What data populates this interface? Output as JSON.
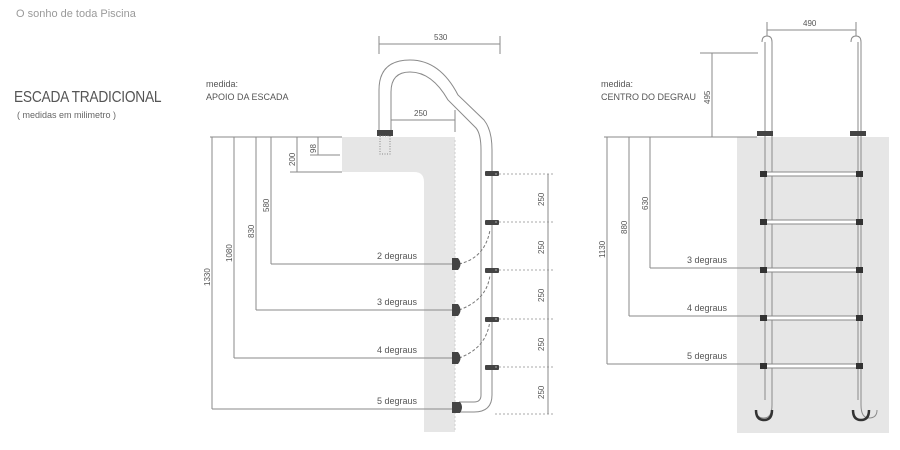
{
  "brand": "O sonho de toda Piscina",
  "title": "ESCADA TRADICIONAL",
  "subtitle": "( medidas em milimetro )",
  "left_view": {
    "caption_line1": "medida:",
    "caption_line2": "APOIO DA ESCADA",
    "width": "530",
    "inner_offset": "250",
    "small_height": "98",
    "deck_height": "200",
    "heights": [
      "580",
      "830",
      "1080",
      "1330"
    ],
    "step_spacing": [
      "250",
      "250",
      "250",
      "250",
      "250"
    ],
    "steps": [
      "2 degraus",
      "3 degraus",
      "4 degraus",
      "5 degraus"
    ]
  },
  "right_view": {
    "caption_line1": "medida:",
    "caption_line2": "CENTRO DO DEGRAU",
    "width": "490",
    "rail_height": "495",
    "heights": [
      "630",
      "880",
      "1130"
    ],
    "steps": [
      "3 degraus",
      "4 degraus",
      "5 degraus"
    ]
  },
  "colors": {
    "line": "#8a8a8a",
    "pool": "#e6e6e6",
    "text": "#555555",
    "tread": "#333333"
  }
}
